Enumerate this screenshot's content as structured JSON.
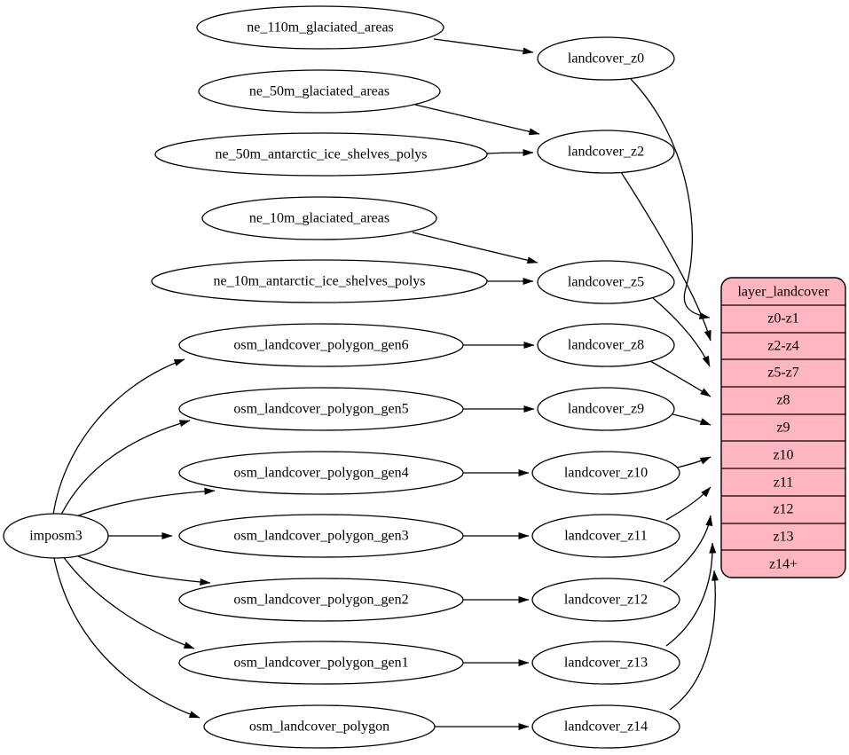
{
  "diagram": {
    "kind": "dependency-graph",
    "subject": "landcover layer ETL pipeline"
  },
  "colors": {
    "background": "#ffffff",
    "node_fill": "#ffffff",
    "record_fill": "#ffb6c1",
    "stroke": "#000000"
  },
  "nodes": {
    "imposm3": "imposm3",
    "ne110m_glaciated": "ne_110m_glaciated_areas",
    "ne50m_glaciated": "ne_50m_glaciated_areas",
    "ne50m_antarctic": "ne_50m_antarctic_ice_shelves_polys",
    "ne10m_glaciated": "ne_10m_glaciated_areas",
    "ne10m_antarctic": "ne_10m_antarctic_ice_shelves_polys",
    "gen6": "osm_landcover_polygon_gen6",
    "gen5": "osm_landcover_polygon_gen5",
    "gen4": "osm_landcover_polygon_gen4",
    "gen3": "osm_landcover_polygon_gen3",
    "gen2": "osm_landcover_polygon_gen2",
    "gen1": "osm_landcover_polygon_gen1",
    "polygon": "osm_landcover_polygon",
    "lz0": "landcover_z0",
    "lz2": "landcover_z2",
    "lz5": "landcover_z5",
    "lz8": "landcover_z8",
    "lz9": "landcover_z9",
    "lz10": "landcover_z10",
    "lz11": "landcover_z11",
    "lz12": "landcover_z12",
    "lz13": "landcover_z13",
    "lz14": "landcover_z14"
  },
  "record": {
    "title": "layer_landcover",
    "rows": [
      "z0-z1",
      "z2-z4",
      "z5-z7",
      "z8",
      "z9",
      "z10",
      "z11",
      "z12",
      "z13",
      "z14+"
    ]
  },
  "edges": [
    {
      "from": "ne_110m_glaciated_areas",
      "to": "landcover_z0"
    },
    {
      "from": "ne_50m_glaciated_areas",
      "to": "landcover_z2"
    },
    {
      "from": "ne_50m_antarctic_ice_shelves_polys",
      "to": "landcover_z2"
    },
    {
      "from": "ne_10m_glaciated_areas",
      "to": "landcover_z5"
    },
    {
      "from": "ne_10m_antarctic_ice_shelves_polys",
      "to": "landcover_z5"
    },
    {
      "from": "imposm3",
      "to": "osm_landcover_polygon_gen6"
    },
    {
      "from": "imposm3",
      "to": "osm_landcover_polygon_gen5"
    },
    {
      "from": "imposm3",
      "to": "osm_landcover_polygon_gen4"
    },
    {
      "from": "imposm3",
      "to": "osm_landcover_polygon_gen3"
    },
    {
      "from": "imposm3",
      "to": "osm_landcover_polygon_gen2"
    },
    {
      "from": "imposm3",
      "to": "osm_landcover_polygon_gen1"
    },
    {
      "from": "imposm3",
      "to": "osm_landcover_polygon"
    },
    {
      "from": "osm_landcover_polygon_gen6",
      "to": "landcover_z8"
    },
    {
      "from": "osm_landcover_polygon_gen5",
      "to": "landcover_z9"
    },
    {
      "from": "osm_landcover_polygon_gen4",
      "to": "landcover_z10"
    },
    {
      "from": "osm_landcover_polygon_gen3",
      "to": "landcover_z11"
    },
    {
      "from": "osm_landcover_polygon_gen2",
      "to": "landcover_z12"
    },
    {
      "from": "osm_landcover_polygon_gen1",
      "to": "landcover_z13"
    },
    {
      "from": "osm_landcover_polygon",
      "to": "landcover_z14"
    },
    {
      "from": "landcover_z0",
      "to": "layer_landcover:z0-z1"
    },
    {
      "from": "landcover_z2",
      "to": "layer_landcover:z2-z4"
    },
    {
      "from": "landcover_z5",
      "to": "layer_landcover:z5-z7"
    },
    {
      "from": "landcover_z8",
      "to": "layer_landcover:z8"
    },
    {
      "from": "landcover_z9",
      "to": "layer_landcover:z9"
    },
    {
      "from": "landcover_z10",
      "to": "layer_landcover:z10"
    },
    {
      "from": "landcover_z11",
      "to": "layer_landcover:z11"
    },
    {
      "from": "landcover_z12",
      "to": "layer_landcover:z12"
    },
    {
      "from": "landcover_z13",
      "to": "layer_landcover:z13"
    },
    {
      "from": "landcover_z14",
      "to": "layer_landcover:z14+"
    }
  ]
}
